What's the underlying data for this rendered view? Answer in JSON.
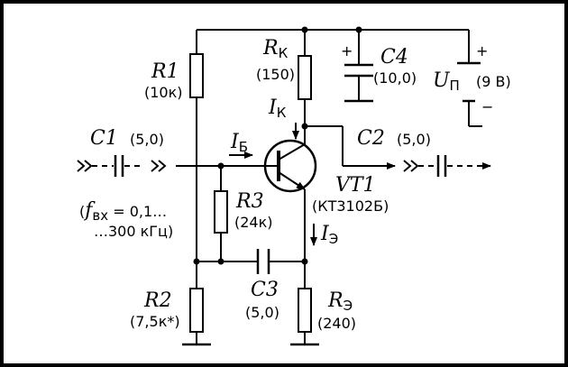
{
  "components": {
    "r1": {
      "name": "R1",
      "value": "(10к)"
    },
    "r2": {
      "name": "R2",
      "value": "(7,5к*)"
    },
    "r3": {
      "name": "R3",
      "value": "(24к)"
    },
    "rk": {
      "name": "R",
      "sub": "К",
      "value": "(150)"
    },
    "re": {
      "name": "R",
      "sub": "Э",
      "value": "(240)"
    },
    "c1": {
      "name": "C1",
      "value": "(5,0)"
    },
    "c2": {
      "name": "C2",
      "value": "(5,0)"
    },
    "c3": {
      "name": "C3",
      "value": "(5,0)"
    },
    "c4": {
      "name": "C4",
      "value": "(10,0)"
    },
    "vt1": {
      "name": "VT1",
      "value": "(КТ3102Б)"
    }
  },
  "supply": {
    "name": "U",
    "sub": "П",
    "value": "(9 В)",
    "plus": "+",
    "minus": "−"
  },
  "c4_plus": "+",
  "currents": {
    "ik": {
      "name": "I",
      "sub": "К"
    },
    "ib": {
      "name": "I",
      "sub": "Б"
    },
    "ie": {
      "name": "I",
      "sub": "Э"
    }
  },
  "note": {
    "line1_open": "(",
    "line1_f": "f",
    "line1_sub": "вх",
    "line1_rest": " = 0,1…",
    "line2": "…300 кГц)"
  }
}
